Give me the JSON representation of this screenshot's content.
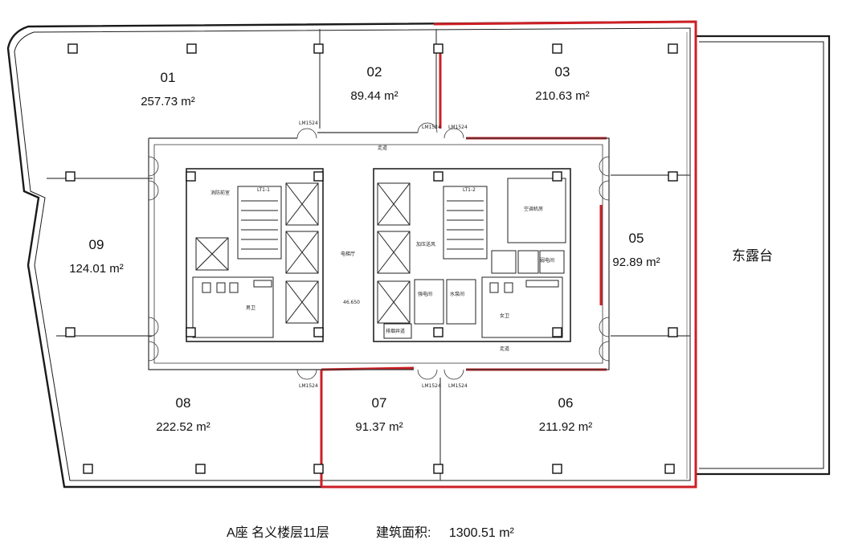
{
  "units": [
    {
      "id": "01",
      "area": "257.73"
    },
    {
      "id": "02",
      "area": "89.44"
    },
    {
      "id": "03",
      "area": "210.63"
    },
    {
      "id": "05",
      "area": "92.89"
    },
    {
      "id": "06",
      "area": "211.92"
    },
    {
      "id": "07",
      "area": "91.37"
    },
    {
      "id": "08",
      "area": "222.52"
    },
    {
      "id": "09",
      "area": "124.01"
    }
  ],
  "area_unit": "m²",
  "terrace_label": "东露台",
  "caption": {
    "building": "A座 名义楼层11层",
    "gfa_label": "建筑面积:",
    "gfa_value": "1300.51",
    "gfa_unit": "m²"
  },
  "annotations": {
    "corridor": "走道",
    "elevator_hall": "电梯厅",
    "elevation": "46.650",
    "door_code": "LM1524",
    "stair_left": "LT1-1",
    "stair_right": "LT1-2",
    "mens_wc": "男卫",
    "womens_wc": "女卫",
    "hvac_room": "空调机房",
    "strong_current": "强电间",
    "weak_current": "弱电间",
    "water_room": "水泵间",
    "pressure_shaft": "加压送风",
    "smoke_shaft": "排烟井道",
    "fire_hydrant": "消防前室"
  },
  "colors": {
    "wall": "#1a1a1a",
    "partition": "#444444",
    "red_boundary": "#cc1f25"
  }
}
